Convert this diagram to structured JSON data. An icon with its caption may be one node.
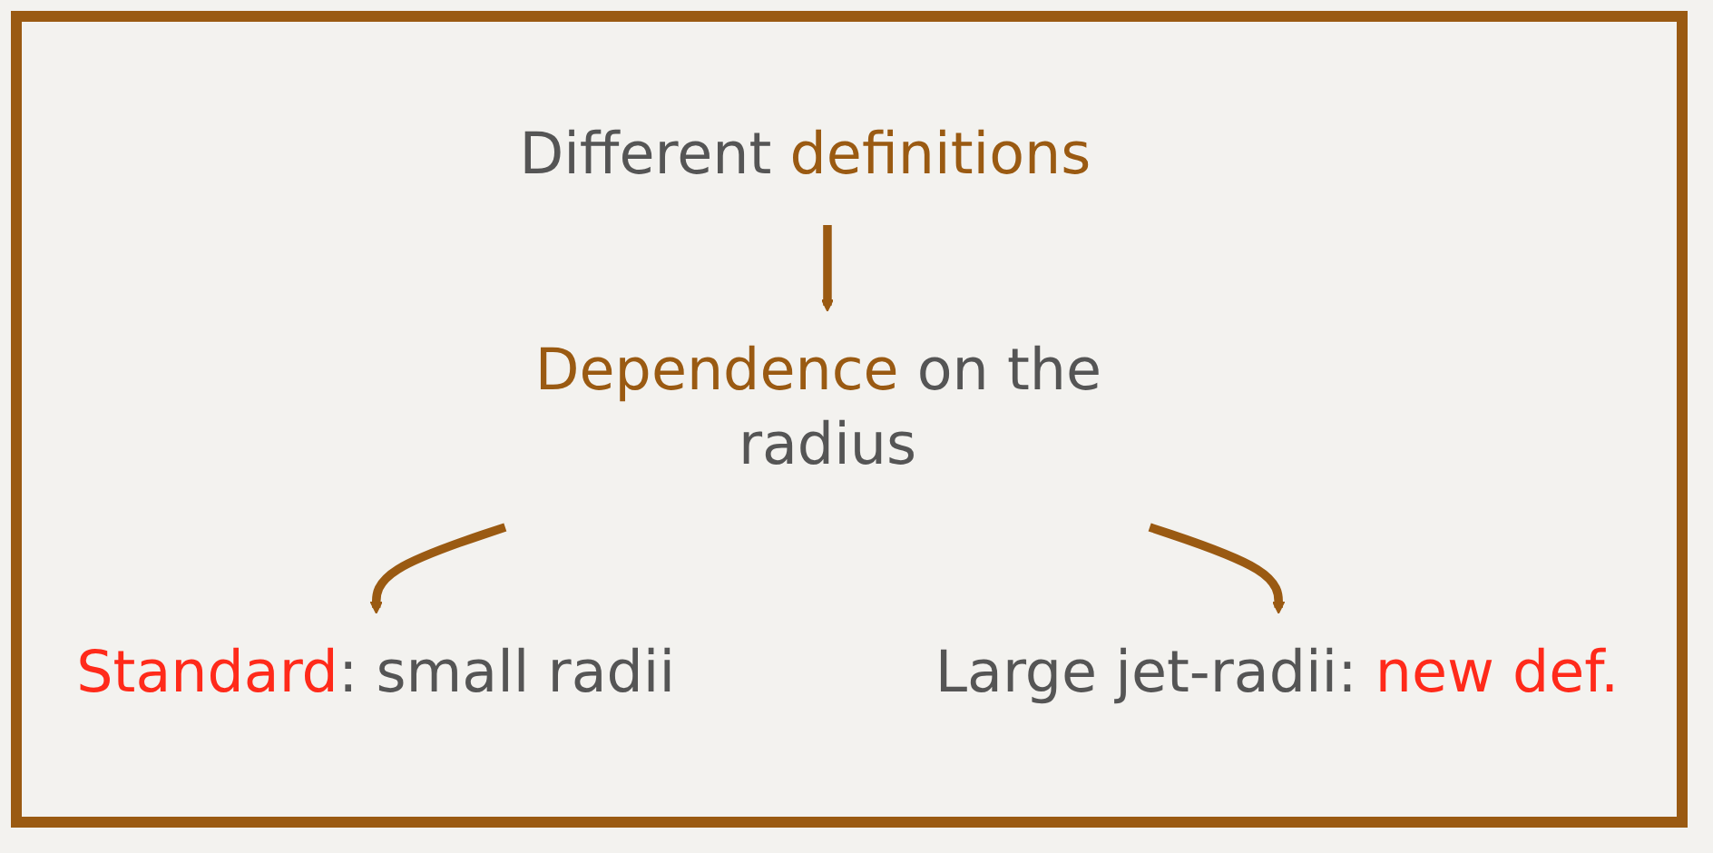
{
  "diagram": {
    "nodes": [
      {
        "text": [
          "Different **definitions**"
        ]
      },
      {
        "text": [
          "**Dependence** on the radius"
        ]
      },
      {
        "text": [
          "*Standard*: small radii"
        ]
      },
      {
        "text": [
          "Large jet-radii: *new def.*"
        ]
      }
    ],
    "edges": [
      {
        "from": 0,
        "to": 1,
        "arrow": "to",
        "color": "#9a5a12"
      },
      {
        "from": 1,
        "to": 2,
        "arrow": "to",
        "color": "#9a5a12"
      },
      {
        "from": 1,
        "to": 3,
        "arrow": "to",
        "color": "#9a5a12"
      }
    ]
  }
}
